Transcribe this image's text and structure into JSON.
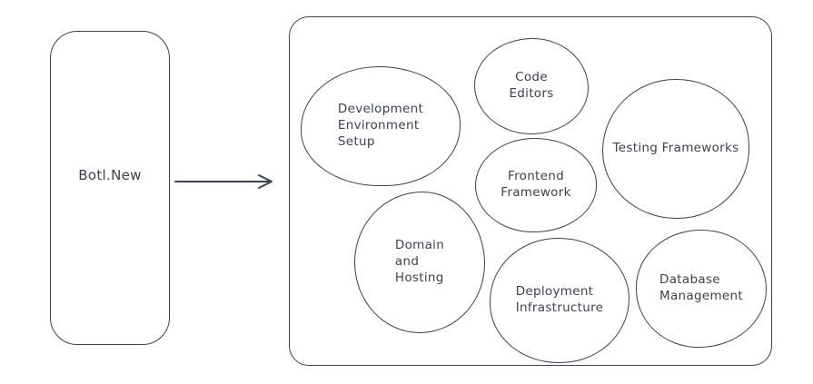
{
  "diagram": {
    "colors": {
      "stroke": "#3b414d",
      "background": "#ffffff"
    },
    "source_node": {
      "label": "Botl.New"
    },
    "connector": {
      "type": "arrow",
      "from": "source-node",
      "to": "topics-container"
    },
    "topics": [
      {
        "label": "Development\nEnvironment\nSetup"
      },
      {
        "label": "Code\nEditors"
      },
      {
        "label": "Frontend\nFramework"
      },
      {
        "label": "Testing Frameworks"
      },
      {
        "label": "Domain\nand\nHosting"
      },
      {
        "label": "Deployment\nInfrastructure"
      },
      {
        "label": "Database\nManagement"
      }
    ]
  }
}
